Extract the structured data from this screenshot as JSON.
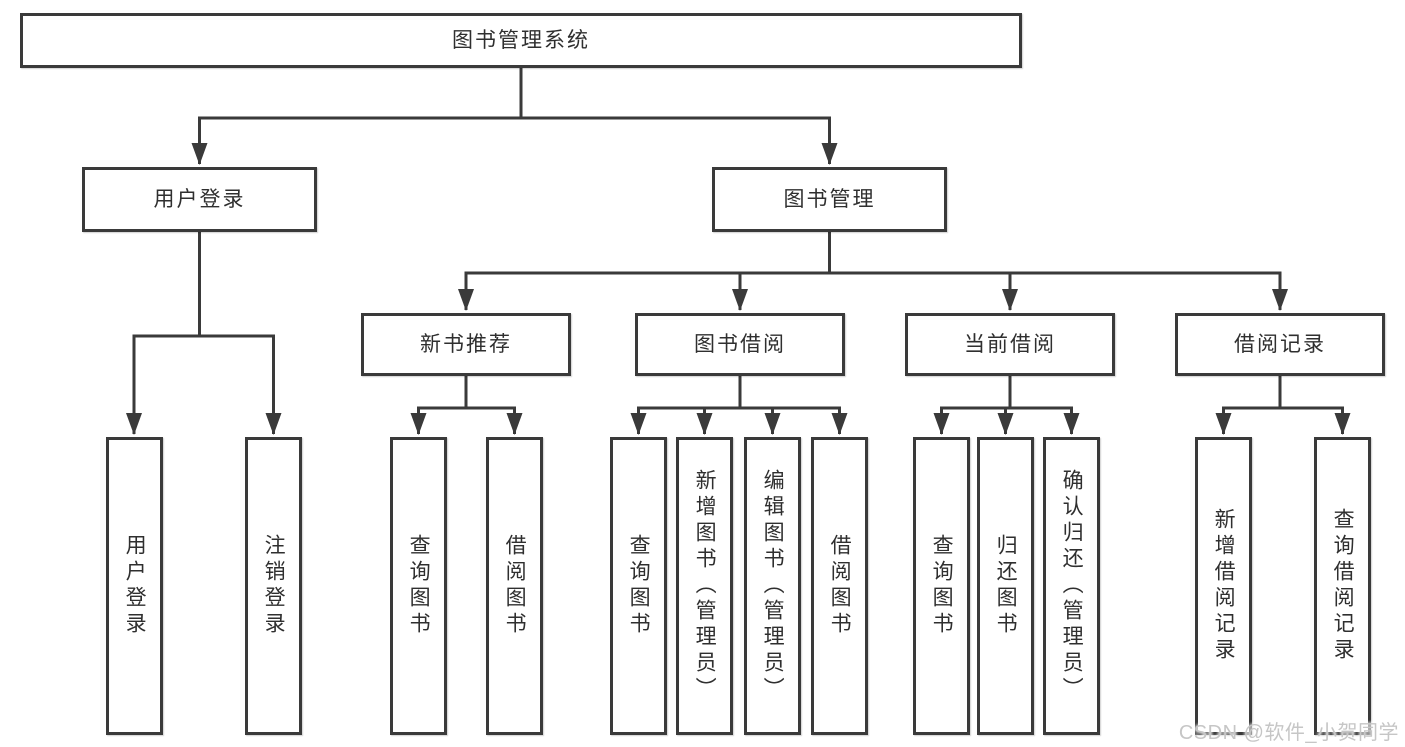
{
  "tree": {
    "label": "图书管理系统",
    "children": [
      {
        "label": "用户登录",
        "children": [
          {
            "label": "用户登录"
          },
          {
            "label": "注销登录"
          }
        ]
      },
      {
        "label": "图书管理",
        "children": [
          {
            "label": "新书推荐",
            "children": [
              {
                "label": "查询图书"
              },
              {
                "label": "借阅图书"
              }
            ]
          },
          {
            "label": "图书借阅",
            "children": [
              {
                "label": "查询图书"
              },
              {
                "label": "新增图书（管理员）"
              },
              {
                "label": "编辑图书（管理员）"
              },
              {
                "label": "借阅图书"
              }
            ]
          },
          {
            "label": "当前借阅",
            "children": [
              {
                "label": "查询图书"
              },
              {
                "label": "归还图书"
              },
              {
                "label": "确认归还（管理员）"
              }
            ]
          },
          {
            "label": "借阅记录",
            "children": [
              {
                "label": "新增借阅记录"
              },
              {
                "label": "查询借阅记录"
              }
            ]
          }
        ]
      }
    ]
  },
  "watermark": {
    "text": "CSDN @软件_小贺同学"
  },
  "colors": {
    "line": "#3a3a3a",
    "node_border": "#3a3a3a",
    "text": "#2f2f2f",
    "watermark": "#c6c6c6",
    "background": "#ffffff"
  }
}
